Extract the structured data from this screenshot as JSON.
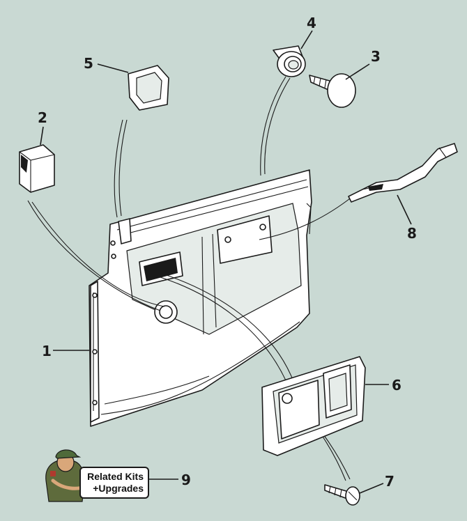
{
  "callouts": {
    "c1": "1",
    "c2": "2",
    "c3": "3",
    "c4": "4",
    "c5": "5",
    "c6": "6",
    "c7": "7",
    "c8": "8",
    "c9": "9"
  },
  "kits_button": {
    "line1": "Related Kits",
    "line2": "+Upgrades"
  },
  "colors": {
    "background": "#c9d9d3",
    "line": "#1a1a1a",
    "part_fill": "#ffffff"
  }
}
